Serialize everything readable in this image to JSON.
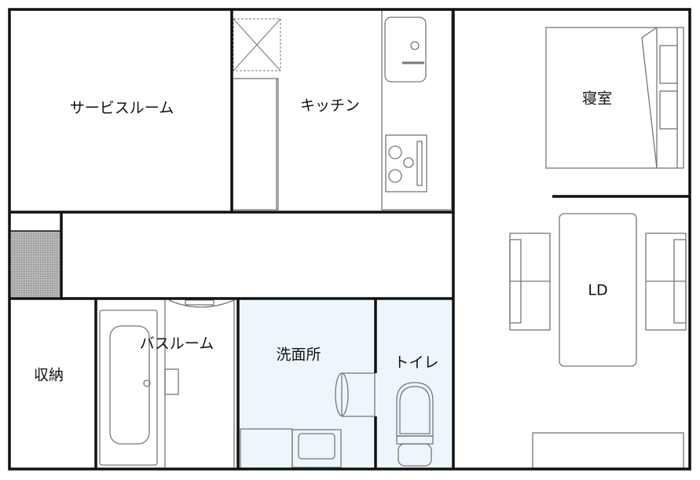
{
  "floor_plan": {
    "rooms": {
      "service_room": "サービスルーム",
      "kitchen": "キッチン",
      "bedroom": "寝室",
      "living_dining": "LD",
      "storage": "収納",
      "bathroom": "バスルーム",
      "washroom": "洗面所",
      "toilet": "トイレ"
    },
    "colors": {
      "wet_area": "#eef6fd",
      "wall": "#111111",
      "fixture": "#777777"
    }
  }
}
